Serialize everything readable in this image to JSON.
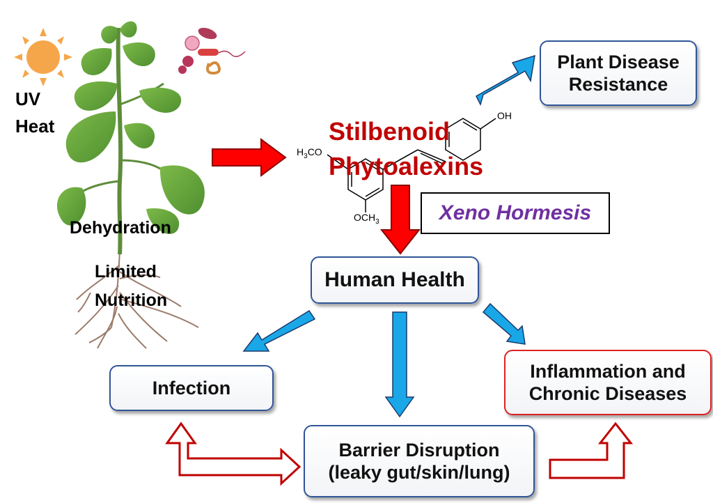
{
  "stressors": {
    "uv": "UV",
    "heat": "Heat",
    "dehydration": "Dehydration",
    "limited": "Limited",
    "nutrition": "Nutrition"
  },
  "center": {
    "line1": "Stilbenoid",
    "line2": "Phytoalexins"
  },
  "molecule": {
    "oh": "OH",
    "h3co": "H",
    "h3co_sub": "3",
    "h3co_tail": "CO",
    "och3": "OCH",
    "och3_sub": "3"
  },
  "xeno": "Xeno Hormesis",
  "plant_disease": {
    "line1": "Plant Disease",
    "line2": "Resistance"
  },
  "human_health": "Human Health",
  "infection": "Infection",
  "inflammation": {
    "line1": "Inflammation and",
    "line2": "Chronic Diseases"
  },
  "barrier": {
    "line1": "Barrier Disruption",
    "line2": "(leaky gut/skin/lung)"
  },
  "colors": {
    "red_arrow": "#ff0000",
    "blue_arrow": "#1aa7e8",
    "dark_red": "#c00000",
    "purple": "#7030a0",
    "box_border_blue": "#2f5597",
    "box_border_red": "#e02020"
  }
}
